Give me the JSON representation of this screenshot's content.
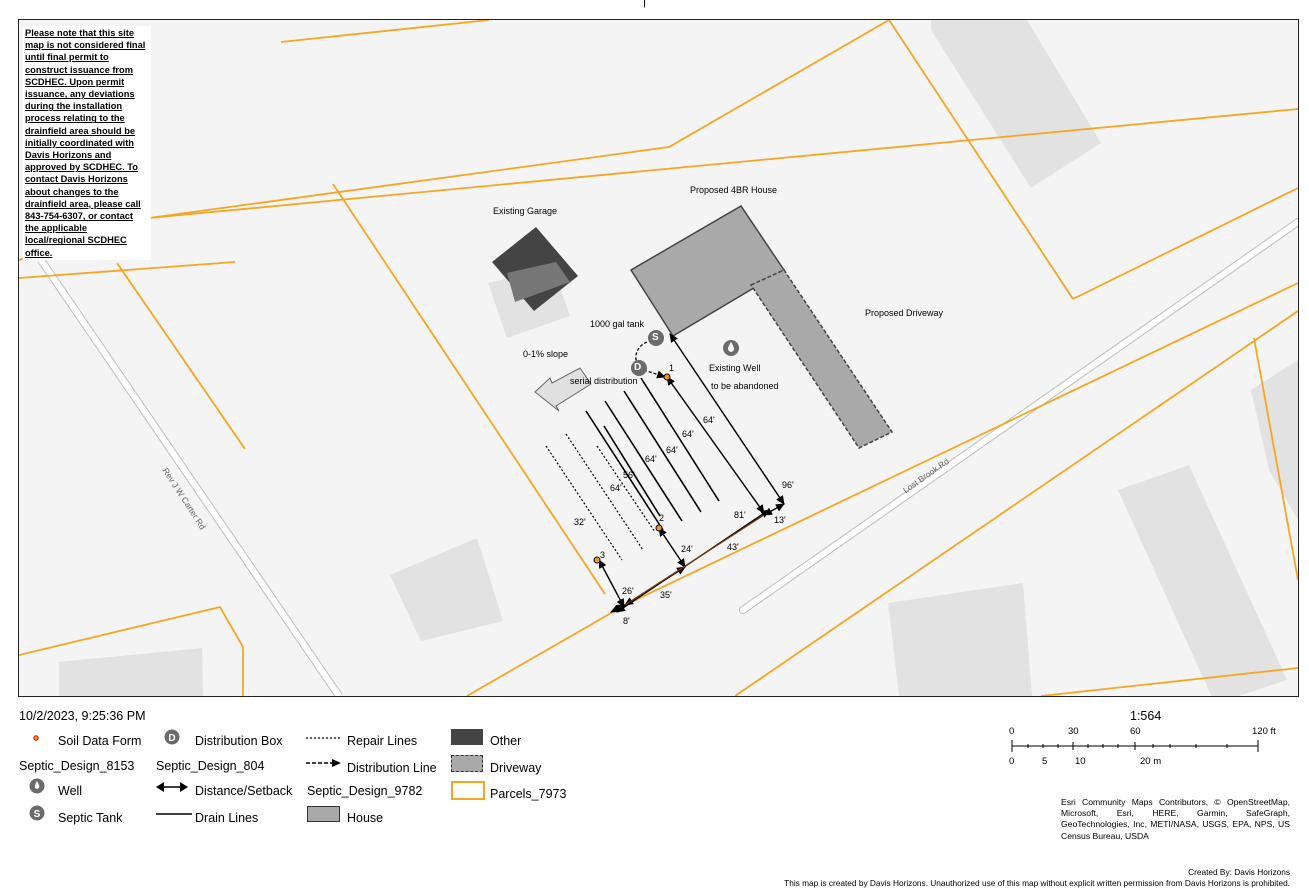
{
  "page_title": "Site Map",
  "disclaimer": "Please note that this site map is not considered final until final permit to construct issuance from SCDHEC. Upon permit issuance, any deviations during the installation process relating to the drainfield area should be initially coordinated with Davis Horizons and approved by SCDHEC. To contact Davis Horizons about changes to the drainfield area, please call 843-754-6307, or contact the applicable local/regional SCDHEC office.",
  "map_labels": {
    "existing_garage": "Existing Garage",
    "proposed_house": "Proposed 4BR House",
    "proposed_driveway": "Proposed Driveway",
    "tank": "1000 gal tank",
    "slope": "0-1% slope",
    "serial": "serial distribution",
    "well_line1": "Existing Well",
    "well_line2": "to be abandoned",
    "road_left": "Rev J W Carter Rd",
    "road_right": "Lost Brook Rd",
    "soil_1": "1",
    "soil_2": "2",
    "soil_3": "3",
    "tank_symbol": "S",
    "dbox_symbol": "D"
  },
  "dimensions": [
    "64'",
    "64'",
    "64'",
    "64'",
    "56'",
    "64'",
    "32'",
    "96'",
    "81'",
    "13'",
    "43'",
    "24'",
    "35'",
    "26'",
    "8'"
  ],
  "timestamp": "10/2/2023, 9:25:36 PM",
  "legend": {
    "soil_data_form": "Soil Data Form",
    "distribution_box": "Distribution Box",
    "repair_lines": "Repair Lines",
    "other": "Other",
    "septic_design_8153": "Septic_Design_8153",
    "septic_design_804": "Septic_Design_804",
    "distribution_line": "Distribution Line",
    "driveway": "Driveway",
    "well": "Well",
    "distance_setback": "Distance/Setback",
    "septic_design_9782": "Septic_Design_9782",
    "parcels": "Parcels_7973",
    "septic_tank": "Septic Tank",
    "drain_lines": "Drain Lines",
    "house": "House"
  },
  "scale": {
    "ratio": "1:564",
    "ft_ticks": [
      "0",
      "30",
      "60",
      "120 ft"
    ],
    "m_ticks": [
      "0",
      "5",
      "10",
      "20 m"
    ]
  },
  "credits": "Esri Community Maps Contributors, © OpenStreetMap, Microsoft, Esri, HERE, Garmin, SafeGraph, GeoTechnologies, Inc, METI/NASA, USGS, EPA, NPS, US Census Bureau, USDA",
  "created_by": "Created By: Davis Horizons",
  "notice": "This map is created by Davis Horizons. Unauthorized use of this map without explicit written permission from Davis Horizons is prohibited.",
  "colors": {
    "parcel": "#f5a623",
    "building_bg": "#e2e2e2",
    "house_fill": "#a9a9a9",
    "other_fill": "#444444",
    "map_bg": "#f4f4f4",
    "soil_dot": "#f39c12"
  }
}
